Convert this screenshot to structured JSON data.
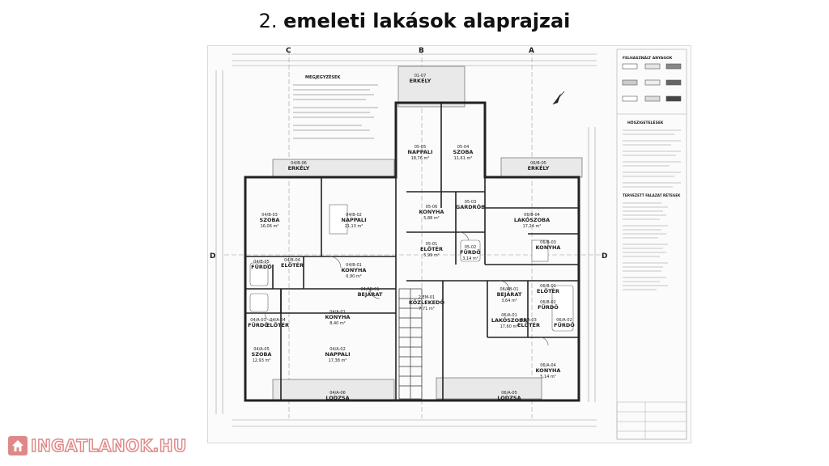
{
  "slide": {
    "title_number": "2.",
    "title_text": "emeleti lakások alaprajzai"
  },
  "plan": {
    "axis_labels": [
      "C",
      "B",
      "A",
      "D",
      "D"
    ],
    "section_title": "MEGJEGYZÉSEK",
    "legend_title": "FELHASZNÁLT ANYAGOK",
    "insulation_title": "HŐSZIGETELÉSEK",
    "wall_title": "TERVEZETT FALAZAT RÉTEGEK",
    "rooms": [
      {
        "id": "01-07",
        "name": "ERKÉLY"
      },
      {
        "id": "05-05",
        "name": "NAPPALI",
        "area": "18,76 m²"
      },
      {
        "id": "05-04",
        "name": "SZOBA",
        "area": "11,61 m²"
      },
      {
        "id": "04/B-06",
        "name": "ERKÉLY"
      },
      {
        "id": "06/B-05",
        "name": "ERKÉLY"
      },
      {
        "id": "05-03",
        "name": "GARDRÓB"
      },
      {
        "id": "04/B-03",
        "name": "SZOBA",
        "area": "16,06 m²"
      },
      {
        "id": "04/B-02",
        "name": "NAPPALI",
        "area": "21,13 m²"
      },
      {
        "id": "05-06",
        "name": "KONYHA",
        "area": "5,88 m²"
      },
      {
        "id": "06/B-04",
        "name": "LAKÓSZOBA",
        "area": "17,24 m²"
      },
      {
        "id": "05-01",
        "name": "ELŐTÉR",
        "area": "5,99 m²"
      },
      {
        "id": "05-02",
        "name": "FÜRDŐ",
        "area": "3,14 m²"
      },
      {
        "id": "06/B-03",
        "name": "KONYHA"
      },
      {
        "id": "04/B-05",
        "name": "FÜRDŐ"
      },
      {
        "id": "04/B-04",
        "name": "ELŐTÉR"
      },
      {
        "id": "04/B-01",
        "name": "KONYHA",
        "area": "6,90 m²"
      },
      {
        "id": "04/AB-01",
        "name": "BEJÁRAT"
      },
      {
        "id": "2.EM-01",
        "name": "KÖZLEKEDŐ",
        "area": "7,71 m²"
      },
      {
        "id": "06/AB-01",
        "name": "BEJÁRAT",
        "area": "3,64 m²"
      },
      {
        "id": "06/B-01",
        "name": "ELŐTÉR"
      },
      {
        "id": "06/B-02",
        "name": "FÜRDŐ"
      },
      {
        "id": "04/A-03",
        "name": "FÜRDŐ"
      },
      {
        "id": "04/A-04",
        "name": "ELŐTÉR"
      },
      {
        "id": "04/A-01",
        "name": "KONYHA",
        "area": "8,40 m²"
      },
      {
        "id": "06/A-01",
        "name": "LAKÓSZOBA",
        "area": "17,60 m²"
      },
      {
        "id": "06/A-03",
        "name": "ELŐTÉR"
      },
      {
        "id": "06/A-02",
        "name": "FÜRDŐ"
      },
      {
        "id": "04/A-05",
        "name": "SZOBA",
        "area": "12,93 m²"
      },
      {
        "id": "04/A-02",
        "name": "NAPPALI",
        "area": "17,38 m²"
      },
      {
        "id": "06/A-04",
        "name": "KONYHA",
        "area": "5,14 m²"
      },
      {
        "id": "04/A-06",
        "name": "LODZSA"
      },
      {
        "id": "06/A-05",
        "name": "LODZSA"
      }
    ]
  },
  "watermark": {
    "text": "INGATLANOK.HU",
    "icon": "house-icon",
    "color": "#c62828"
  }
}
